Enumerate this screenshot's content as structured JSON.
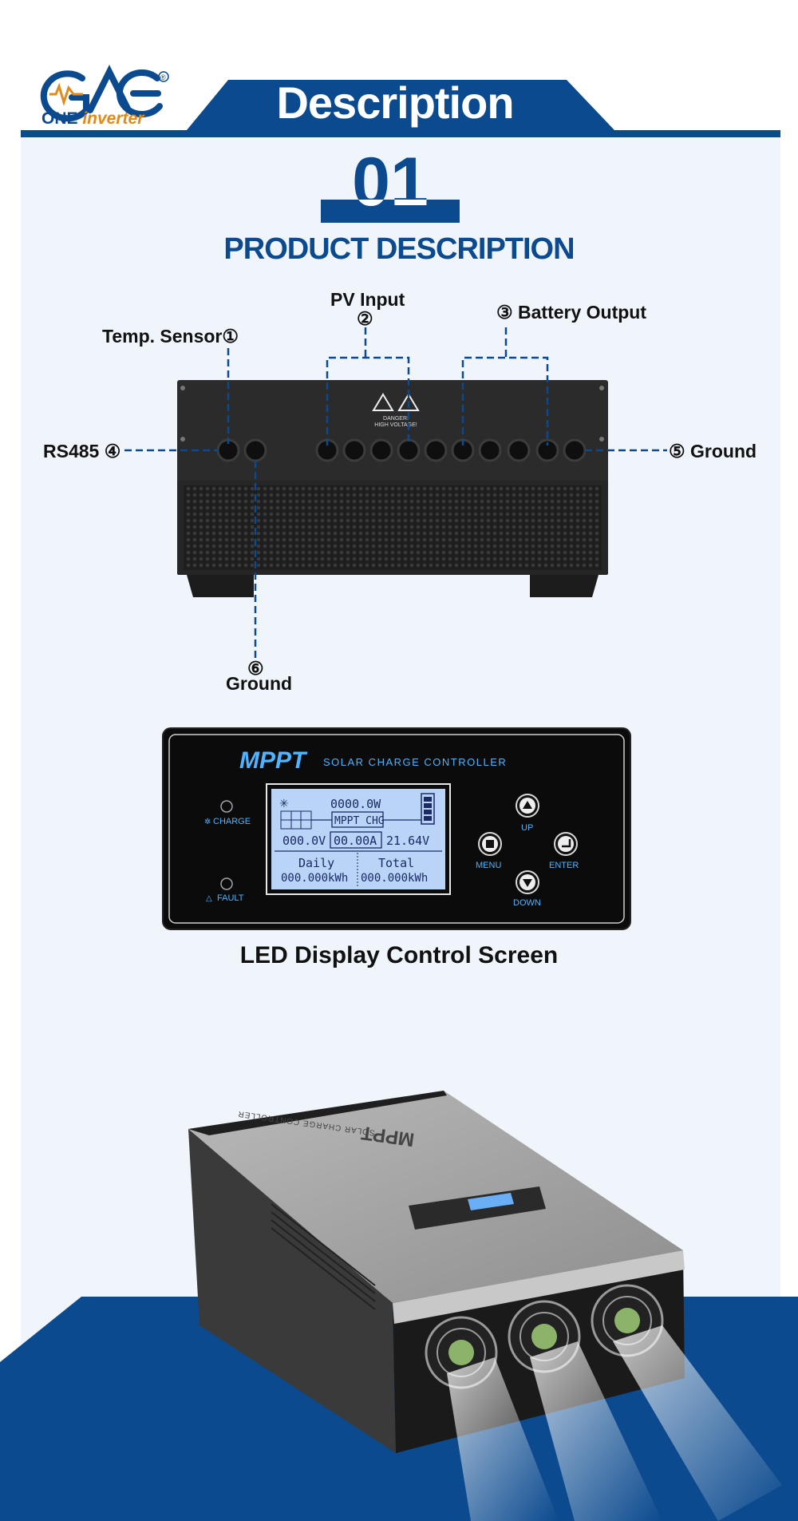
{
  "header": {
    "title": "Description",
    "brand_mark": "GAE",
    "brand_registered": "®",
    "brand_text_part1": "ONE ",
    "brand_text_part2": "inverter"
  },
  "section": {
    "number": "01",
    "title": "PRODUCT DESCRIPTION"
  },
  "ports": {
    "temp_sensor": "Temp. Sensor①",
    "pv_input": "PV Input",
    "pv_input_num": "②",
    "battery_output": "③ Battery Output",
    "rs485": "RS485 ④",
    "ground_right": "⑤ Ground",
    "ground_bottom_num": "⑥",
    "ground_bottom": "Ground"
  },
  "device_front": {
    "warning_line1": "DANGER!",
    "warning_line2": "HIGH VOLTAGE!"
  },
  "control_panel": {
    "brand": "MPPT",
    "subtitle": "SOLAR CHARGE CONTROLLER",
    "charge_label": "CHARGE",
    "fault_label": "FAULT",
    "lcd_power": "0000.0W",
    "lcd_mode": "MPPT CHG",
    "lcd_pv_voltage": "000.0V",
    "lcd_current": "00.00A",
    "lcd_batt_voltage": "21.64V",
    "lcd_daily_label": "Daily",
    "lcd_total_label": "Total",
    "lcd_daily_value": "000.000kWh",
    "lcd_total_value": "000.000kWh",
    "btn_up": "UP",
    "btn_menu": "MENU",
    "btn_enter": "ENTER",
    "btn_down": "DOWN"
  },
  "caption": "LED Display Control Screen",
  "product_photo": {
    "lid_text": "MPPT",
    "lid_subtext": "SOLAR CHARGE CONTROLLER"
  },
  "colors": {
    "brand_blue": "#0b4a8f",
    "panel_bg": "#f0f5fb",
    "lcd_blue": "#b9d4f6",
    "accent_blue": "#4fb3ff",
    "logo_orange": "#e08a1a"
  }
}
